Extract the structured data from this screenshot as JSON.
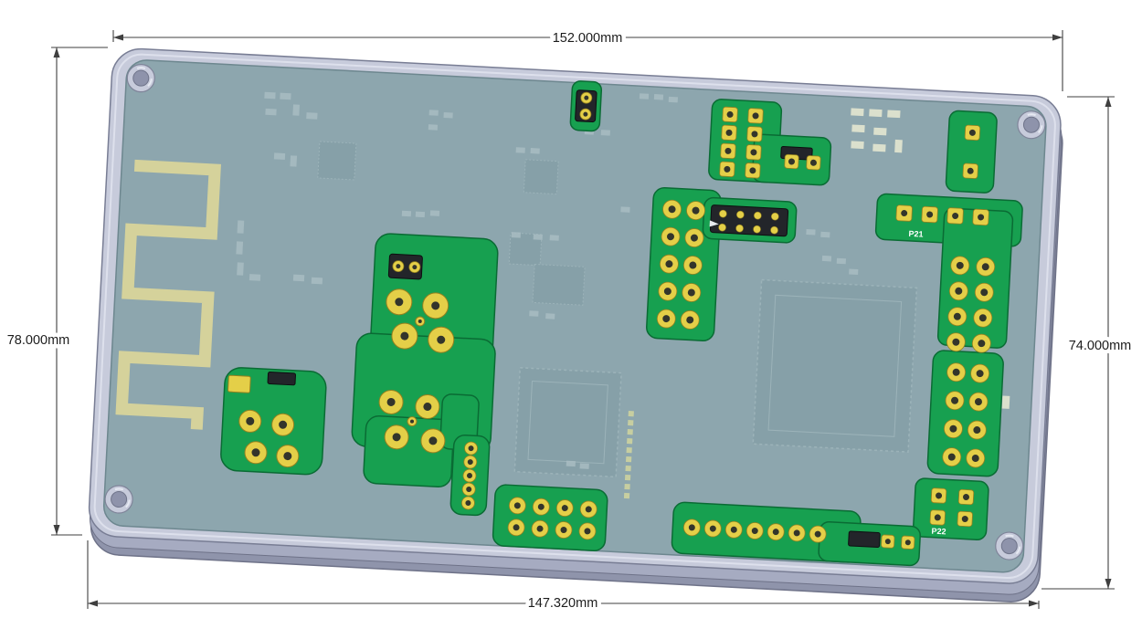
{
  "drawing": {
    "title": "PCB assembly dimensioned CAD view",
    "dimensions": {
      "top": "152.000mm",
      "bottom": "147.320mm",
      "left": "78.000mm",
      "right": "74.000mm"
    },
    "reference_labels": {
      "p21": "P21",
      "p22": "P22"
    },
    "colors": {
      "enclosure_top": "#c7cbdb",
      "enclosure_side": "#a6abc1",
      "enclosure_side_deep": "#8f94ab",
      "pcb_surface": "#8da6ae",
      "island_green": "#17a050",
      "island_edge": "#0a6b34",
      "pad_gold": "#e4cf48",
      "pad_gold_edge": "#93801f",
      "drill_dark": "#33352b",
      "antenna_trace": "#d5d29b",
      "silkscreen": "#a8bcc2",
      "silkscreen_bright": "#dfe3cf",
      "dimension_line": "#3f3f3f",
      "dimension_text": "#1c1c1c"
    }
  }
}
